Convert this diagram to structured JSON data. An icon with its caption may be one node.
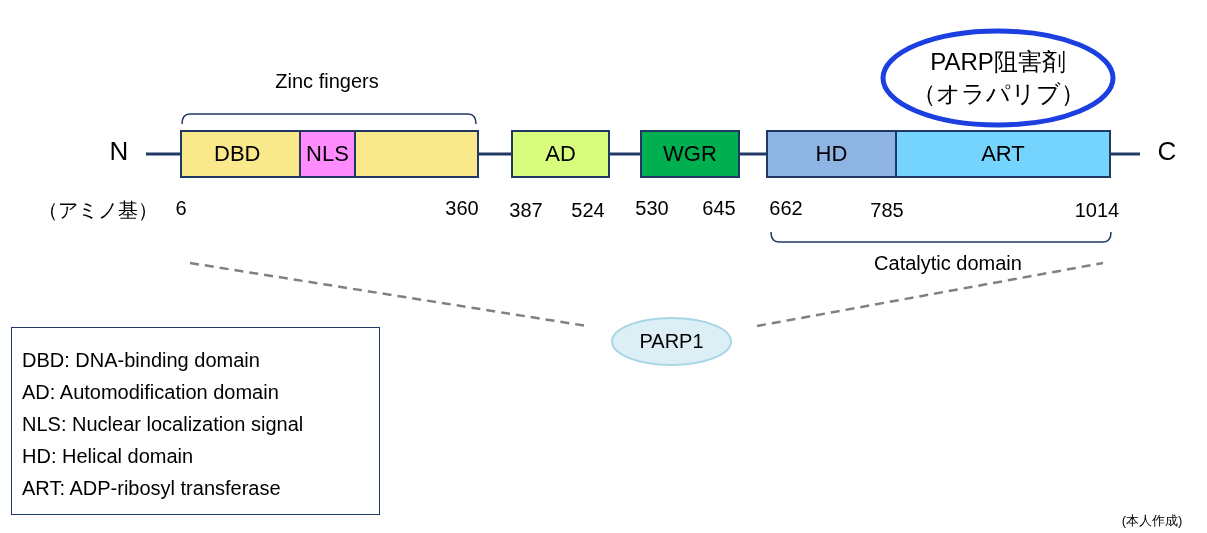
{
  "diagram": {
    "nodes": [
      {
        "text": [
          "PARP阻害剤（オラパリブ）"
        ]
      },
      {
        "text": [
          "N"
        ]
      },
      {
        "text": [
          "DBD"
        ]
      },
      {
        "text": [
          "NLS"
        ],
        "in": 2
      },
      {
        "text": [
          "AD"
        ]
      },
      {
        "text": [
          "WGR"
        ]
      },
      {
        "text": [
          "HD"
        ]
      },
      {
        "text": [
          "ART"
        ]
      },
      {
        "text": [
          "C"
        ]
      },
      {
        "text": [
          "PARP1"
        ]
      },
      {
        "text": [
          "DBD: DNA-binding domain",
          "AD: Automodification domain",
          "NLS: Nuclear localization signal",
          "HD: Helical domain",
          "ART: ADP-ribosyl transferase"
        ]
      }
    ],
    "edges": [
      {
        "from": 1,
        "to": 2,
        "arrow": "none"
      },
      {
        "from": 2,
        "to": 4,
        "arrow": "none"
      },
      {
        "from": 4,
        "to": 5,
        "arrow": "none"
      },
      {
        "from": 5,
        "to": 6,
        "arrow": "none"
      },
      {
        "from": 7,
        "to": 8,
        "arrow": "none"
      }
    ],
    "labels": [
      "Zinc fingers",
      "（アミノ基）",
      "6",
      "360",
      "387",
      "524",
      "530",
      "645",
      "662",
      "785",
      "1014",
      "Catalytic domain",
      "(本人作成)"
    ]
  }
}
